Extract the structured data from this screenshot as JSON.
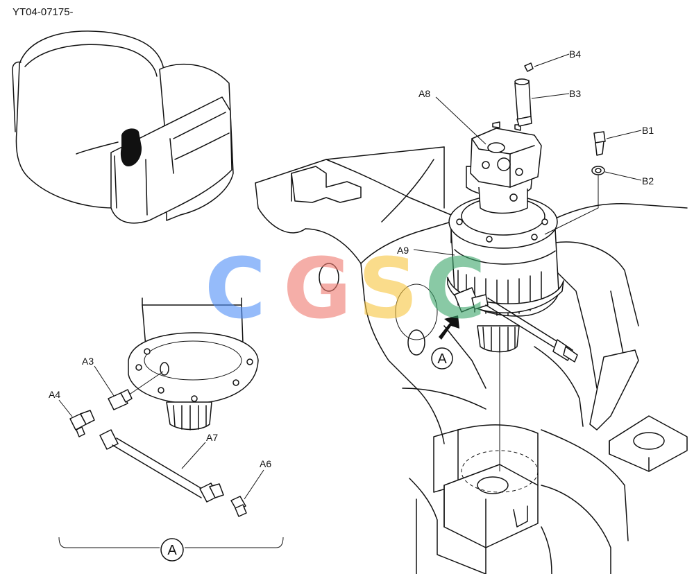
{
  "drawing_code": "YT04-07175-",
  "callouts": {
    "A3": "A3",
    "A4": "A4",
    "A6": "A6",
    "A7": "A7",
    "A8": "A8",
    "A9": "A9",
    "B1": "B1",
    "B2": "B2",
    "B3": "B3",
    "B4": "B4"
  },
  "detail_marker": "A",
  "watermark": {
    "letters": [
      "C",
      "G",
      "S",
      "C"
    ],
    "colors": [
      "#4f8ff7",
      "#f07a6f",
      "#f8c53f",
      "#3ca66b"
    ]
  }
}
